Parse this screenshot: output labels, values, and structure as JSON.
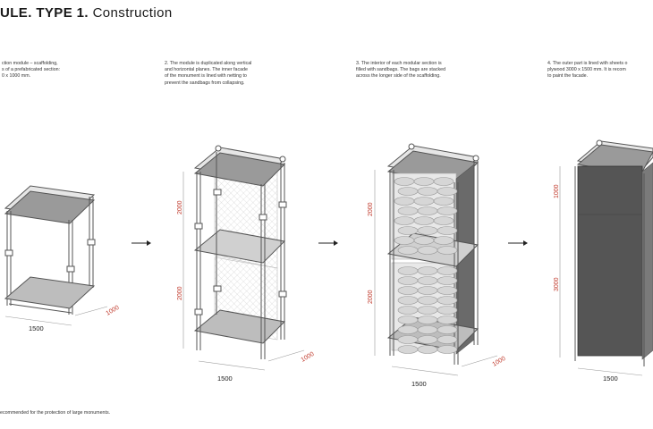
{
  "title": {
    "prefix": "ULE. TYPE 1.",
    "suffix": "Construction"
  },
  "steps": [
    {
      "lines": [
        "ction module – scaffolding,",
        "s of a prefabricated section:",
        "0 x 1000 mm."
      ],
      "dims": {
        "height": "",
        "width": "1500",
        "depth": "1000"
      }
    },
    {
      "lines": [
        "2. The module is duplicated along vertical",
        "and horizontal planes. The inner facade",
        "of the monument is lined with netting to",
        "prevent the sandbags from collapsing."
      ],
      "dims": {
        "height_top": "2000",
        "height_bottom": "2000",
        "width": "1500",
        "depth": "1000"
      }
    },
    {
      "lines": [
        "3. The interior of each modular section is",
        "filled with sandbags. The bags are stacked",
        "across the longer side of the scaffolding."
      ],
      "dims": {
        "height_top": "2000",
        "height_bottom": "2000",
        "width": "1500",
        "depth": "1000"
      }
    },
    {
      "lines": [
        "4. The outer part is lined with sheets o",
        "plywood 3000 x 1500 mm. It is recom",
        "to paint the facade."
      ],
      "dims": {
        "height_top": "1000",
        "height_bottom": "3000",
        "width": "1500"
      }
    }
  ],
  "footnote": "ecommended for the protection of large monuments.",
  "colors": {
    "dimension": "#c0392b",
    "line": "#555555",
    "shelf": "#9a9a9a",
    "panel": "#555555",
    "bag": "#dcdcdc"
  }
}
